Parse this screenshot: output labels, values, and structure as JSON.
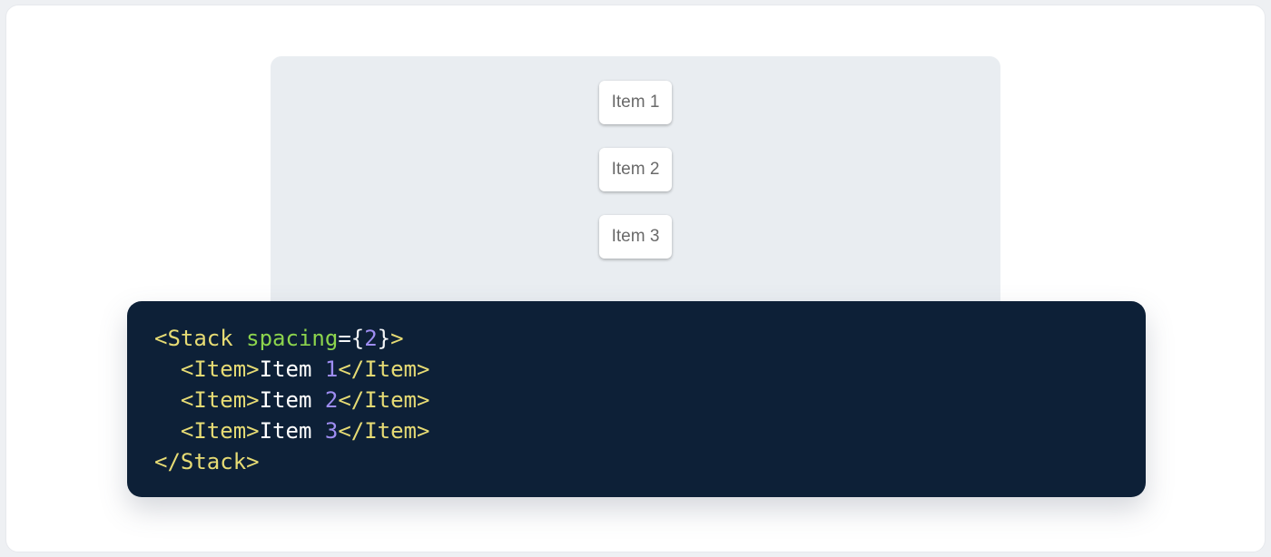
{
  "demo": {
    "items": [
      {
        "label": "Item 1"
      },
      {
        "label": "Item 2"
      },
      {
        "label": "Item 3"
      }
    ]
  },
  "code": {
    "source": "<Stack spacing={2}>\n  <Item>Item 1</Item>\n  <Item>Item 2</Item>\n  <Item>Item 3</Item>\n</Stack>",
    "lines": [
      {
        "tokens": [
          {
            "t": "<Stack",
            "c": "tag"
          },
          {
            "t": " ",
            "c": "plain"
          },
          {
            "t": "spacing",
            "c": "attr"
          },
          {
            "t": "=",
            "c": "plain"
          },
          {
            "t": "{",
            "c": "plain"
          },
          {
            "t": "2",
            "c": "num"
          },
          {
            "t": "}",
            "c": "plain"
          },
          {
            "t": ">",
            "c": "tag"
          }
        ]
      },
      {
        "tokens": [
          {
            "t": "  ",
            "c": "plain"
          },
          {
            "t": "<Item>",
            "c": "tag"
          },
          {
            "t": "Item ",
            "c": "text"
          },
          {
            "t": "1",
            "c": "num"
          },
          {
            "t": "</Item>",
            "c": "tag"
          }
        ]
      },
      {
        "tokens": [
          {
            "t": "  ",
            "c": "plain"
          },
          {
            "t": "<Item>",
            "c": "tag"
          },
          {
            "t": "Item ",
            "c": "text"
          },
          {
            "t": "2",
            "c": "num"
          },
          {
            "t": "</Item>",
            "c": "tag"
          }
        ]
      },
      {
        "tokens": [
          {
            "t": "  ",
            "c": "plain"
          },
          {
            "t": "<Item>",
            "c": "tag"
          },
          {
            "t": "Item ",
            "c": "text"
          },
          {
            "t": "3",
            "c": "num"
          },
          {
            "t": "</Item>",
            "c": "tag"
          }
        ]
      },
      {
        "tokens": [
          {
            "t": "</Stack>",
            "c": "tag"
          }
        ]
      }
    ]
  },
  "colors": {
    "outer-bg": "#eef0f3",
    "page-bg": "#ffffff",
    "panel-bg": "#e9edf1",
    "card-bg": "#ffffff",
    "card-text": "#6a6a6a",
    "code-bg": "#0d2037",
    "c-tag": "#e6db74",
    "c-attr": "#8cd44d",
    "c-num": "#9e8df2",
    "c-plain": "#f4f6f8",
    "c-text": "#ffffff"
  }
}
